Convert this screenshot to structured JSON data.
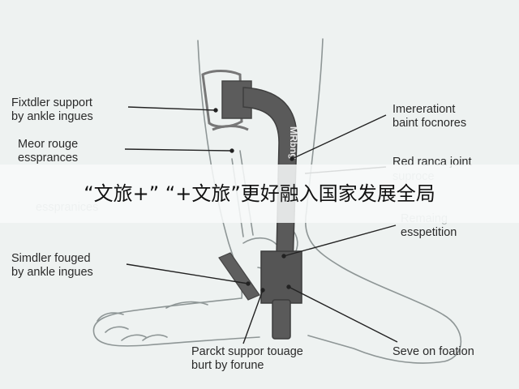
{
  "labels": {
    "left_1": [
      "Fixtdler support",
      "by ankle ingues"
    ],
    "left_2": [
      "Meor rouge",
      "essprances"
    ],
    "left_faded": "esspranices",
    "left_3": [
      "Simdler fouged",
      "by ankle ingues"
    ],
    "right_1": [
      "Imererationt",
      "baint focnores"
    ],
    "right_2": "Red ranca joint",
    "right_2_faded": "suproce",
    "right_3_faded": "Remaing",
    "right_3": "esspetition",
    "bottom_center": [
      "Parckt suppor touage",
      "burt by forune"
    ],
    "bottom_right": "Seve on foation"
  },
  "device_text": "MRbng",
  "banner": "“文旅+” “+文旅”更好融入国家发展全局",
  "colors": {
    "background": "#eef2f1",
    "brace": "#555555",
    "outline": "#8e9696",
    "text": "#2a2a2a"
  }
}
